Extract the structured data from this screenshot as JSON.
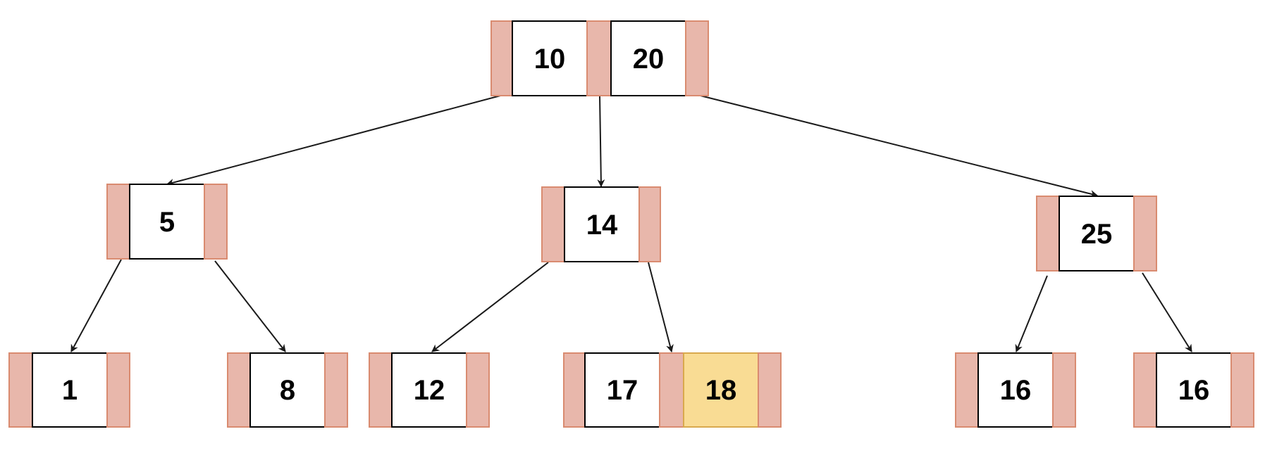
{
  "colors": {
    "pointer_fill": "#e8b7ab",
    "pointer_stroke": "#d98b70",
    "key_fill": "#ffffff",
    "key_stroke": "#000000",
    "highlight_fill": "#f9dc94",
    "highlight_stroke": "#d9a94e",
    "edge": "#1a1a1a"
  },
  "tree": {
    "root": {
      "keys": [
        "10",
        "20"
      ]
    },
    "level1": {
      "left": {
        "keys": [
          "5"
        ]
      },
      "middle": {
        "keys": [
          "14"
        ]
      },
      "right": {
        "keys": [
          "25"
        ]
      }
    },
    "leaves": {
      "leaf1": {
        "keys": [
          "1"
        ]
      },
      "leaf8": {
        "keys": [
          "8"
        ]
      },
      "leaf12": {
        "keys": [
          "12"
        ]
      },
      "leaf17_18": {
        "keys": [
          "17",
          "18"
        ],
        "highlighted_key": "18"
      },
      "leaf16_left": {
        "keys": [
          "16"
        ]
      },
      "leaf16_right": {
        "keys": [
          "16"
        ]
      }
    }
  }
}
